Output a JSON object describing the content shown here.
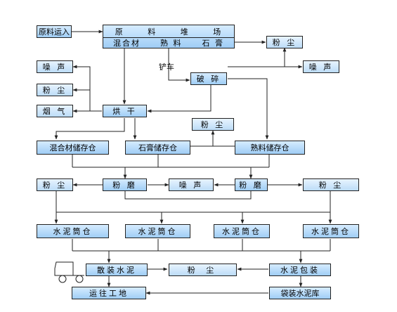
{
  "nodes": {
    "raw_in": "原料运入",
    "yard_top": [
      "原",
      "料",
      "堆",
      "场"
    ],
    "yard_bottom": [
      "混合材",
      "熟 料",
      "石 膏"
    ],
    "dust_yard": "粉 尘",
    "shovel": "铲车",
    "crush": "破 碎",
    "noise_crush": "噪 声",
    "noise_dry": "噪 声",
    "dust_dry": "粉 尘",
    "smoke_dry": "烟 气",
    "dry": "烘 干",
    "dust_storage": "粉 尘",
    "silo_mix": "混合材储存仓",
    "silo_gyp": "石膏储存仓",
    "silo_clinker": "熟料储存仓",
    "dust_mill_l": "粉 尘",
    "mill_l": "粉 磨",
    "noise_mill": "噪 声",
    "mill_r": "粉 磨",
    "dust_mill_r": "粉 尘",
    "cement_silo_1": "水泥筒仓",
    "cement_silo_2": "水泥筒仓",
    "cement_silo_3": "水泥筒仓",
    "cement_silo_4": "水泥筒仓",
    "bulk": "散装水泥",
    "dust_pack": "粉 尘",
    "pack": "水泥包装",
    "site": "运往工地",
    "bag_store": "袋装水泥库"
  },
  "colors": {
    "box_top": "#d6ecff",
    "box_bottom": "#9fcdf5",
    "line": "#222222"
  }
}
